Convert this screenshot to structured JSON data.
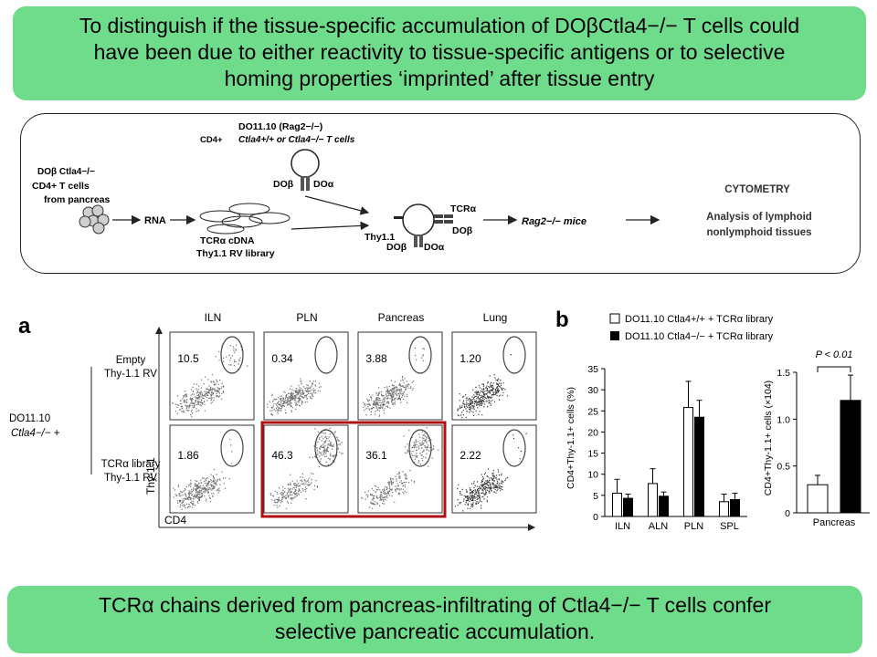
{
  "top_banner": {
    "lines": [
      "To distinguish if the tissue-specific accumulation of DOβCtla4−/− T cells could",
      "have been due to either reactivity to tissue-specific antigens or to selective",
      "homing properties ‘imprinted’  after  tissue  entry"
    ]
  },
  "schematic": {
    "source_l1": "DOβ Ctla4−/−",
    "source_l2": "CD4+  T cells",
    "source_l3": "from pancreas",
    "rna": "RNA",
    "lib_l1": "TCRα  cDNA",
    "lib_l2": "Thy1.1 RV library",
    "donor_prefix": "CD4+",
    "donor_l1": "DO11.10 (Rag2−/−)",
    "donor_l2": "Ctla4+/+ or Ctla4−/− T cells",
    "do_beta": "DOβ",
    "do_alpha": "DOα",
    "tcr_alpha": "TCRα",
    "thy": "Thy1.1",
    "do_beta_2": "DOβ",
    "do_beta_3": "DOβ",
    "do_alpha_3": "DOα",
    "mice": "Rag2−/− mice",
    "cytometry": "CYTOMETRY",
    "analysis_l1": "Analysis of lymphoid",
    "analysis_l2": "nonlymphoid tissues"
  },
  "panel_a": {
    "letter": "a",
    "columns": [
      "ILN",
      "PLN",
      "Pancreas",
      "Lung"
    ],
    "row_labels": [
      {
        "l1": "Empty",
        "l2": "Thy-1.1 RV"
      },
      {
        "l1": "TCRα library",
        "l2": "Thy-1.1 RV"
      }
    ],
    "group_l1": "DO11.10",
    "group_l2": "Ctla4−/−  +",
    "values": [
      [
        "10.5",
        "0.34",
        "3.88",
        "1.20"
      ],
      [
        "1.86",
        "46.3",
        "36.1",
        "2.22"
      ]
    ],
    "y_axis": "Thy-1.1",
    "x_axis": "CD4",
    "highlight_color": "#b01010"
  },
  "panel_b": {
    "letter": "b",
    "legend": [
      "DO11.10 Ctla4+/+ + TCRα library",
      "DO11.10 Ctla4−/− + TCRα library"
    ],
    "left_ylabel": "CD4+Thy-1.1+ cells (%)",
    "left_ticks": [
      "0",
      "5",
      "10",
      "15",
      "20",
      "25",
      "30",
      "35"
    ],
    "categories": [
      "ILN",
      "ALN",
      "PLN",
      "SPL"
    ],
    "right_ylabel": "CD4+Thy-1.1+ cells (×104)",
    "right_ticks": [
      "0",
      "0.5",
      "1.0",
      "1.5"
    ],
    "pvalue": "P < 0.01",
    "right_category": "Pancreas"
  },
  "chart_data": [
    {
      "type": "bar",
      "categories": [
        "ILN",
        "ALN",
        "PLN",
        "SPL"
      ],
      "ylim": [
        0,
        35
      ],
      "series": [
        {
          "name": "DO11.10 Ctla4+/+ + TCRα library",
          "values": [
            5.5,
            7.8,
            25.8,
            3.5
          ],
          "errors": [
            3.3,
            3.5,
            6.2,
            1.8
          ]
        },
        {
          "name": "DO11.10 Ctla4−/− + TCRα library",
          "values": [
            4.3,
            4.8,
            23.5,
            4.0
          ],
          "errors": [
            1.0,
            1.0,
            4.0,
            1.5
          ]
        }
      ]
    },
    {
      "type": "bar",
      "categories": [
        "Pancreas"
      ],
      "ylim": [
        0,
        1.5
      ],
      "series": [
        {
          "name": "DO11.10 Ctla4+/+ + TCRα library",
          "values": [
            0.3
          ],
          "errors": [
            0.1
          ]
        },
        {
          "name": "DO11.10 Ctla4−/− + TCRα library",
          "values": [
            1.2
          ],
          "errors": [
            0.27
          ]
        }
      ]
    }
  ],
  "bottom_banner": {
    "lines": [
      "TCRα chains derived from pancreas-infiltrating of Ctla4−/− T cells confer",
      "selective pancreatic accumulation."
    ]
  }
}
